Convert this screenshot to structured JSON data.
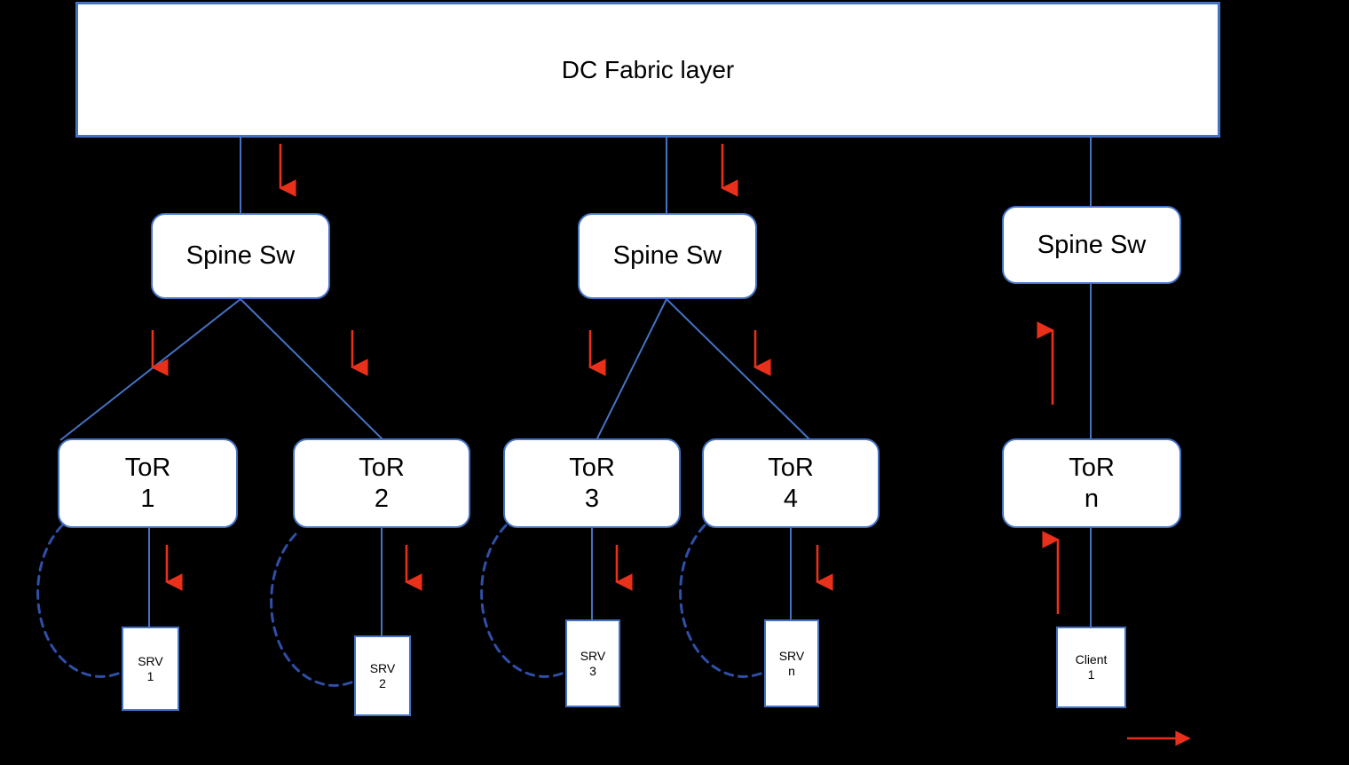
{
  "diagram": {
    "title": "DC Fabric layer",
    "background_color": "#000000",
    "node_fill": "#FFFFFF",
    "node_border_color": "#4472C4",
    "link_color": "#4472C4",
    "arrow_color": "#E8301A",
    "text_color": "#000000"
  },
  "fabric": {
    "label": "DC Fabric layer"
  },
  "spines": [
    {
      "label": "Spine Sw"
    },
    {
      "label": "Spine Sw"
    },
    {
      "label": "Spine Sw"
    }
  ],
  "tors": [
    {
      "line1": "ToR",
      "line2": "1"
    },
    {
      "line1": "ToR",
      "line2": "2"
    },
    {
      "line1": "ToR",
      "line2": "3"
    },
    {
      "line1": "ToR",
      "line2": "4"
    },
    {
      "line1": "ToR",
      "line2": "n"
    }
  ],
  "endpoints": [
    {
      "line1": "SRV",
      "line2": "1"
    },
    {
      "line1": "SRV",
      "line2": "2"
    },
    {
      "line1": "SRV",
      "line2": "3"
    },
    {
      "line1": "SRV",
      "line2": "n"
    },
    {
      "line1": "Client",
      "line2": "1"
    }
  ],
  "legend": {
    "flow_arrow_label": ""
  }
}
